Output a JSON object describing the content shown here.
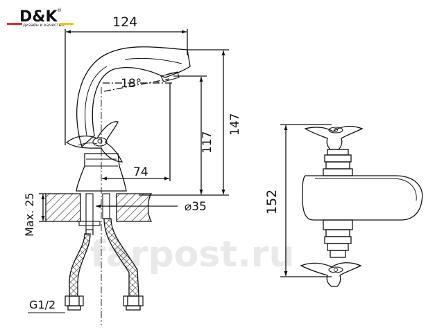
{
  "brand": {
    "name": "D&K",
    "registered": "®",
    "tagline": "дизайн и качество",
    "colors": {
      "red": "#e32b2b",
      "yellow": "#f3c600",
      "ink": "#111111"
    }
  },
  "watermark": "farpost.ru",
  "dimensions": {
    "width_total": "124",
    "angle": "18°",
    "spout_height": "117",
    "total_height": "147",
    "spout_reach": "74",
    "hole_diameter": "⌀35",
    "max_counter": "Max. 25",
    "side_height": "152",
    "thread": "G1/2"
  }
}
